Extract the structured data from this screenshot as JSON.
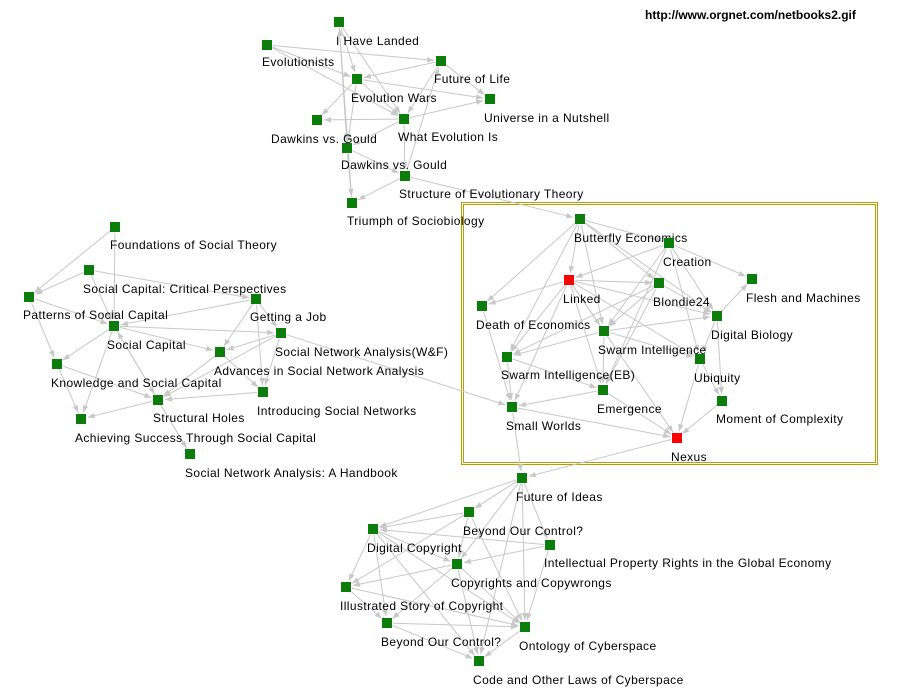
{
  "header": {
    "url": "http://www.orgnet.com/netbooks2.gif"
  },
  "colors": {
    "node": "#0a7d0a",
    "highlight": "#ff0000",
    "edge": "#c8c8c8",
    "box": "#b5a000"
  },
  "nodes": {
    "landed": {
      "label": "I Have Landed",
      "color": "green"
    },
    "evolutionists": {
      "label": "Evolutionists",
      "color": "green"
    },
    "futurelife": {
      "label": "Future of Life",
      "color": "green"
    },
    "evowars": {
      "label": "Evolution Wars",
      "color": "green"
    },
    "universe": {
      "label": "Universe in a Nutshell",
      "color": "green"
    },
    "dawkins1": {
      "label": "Dawkins vs. Gould",
      "color": "green"
    },
    "whatevo": {
      "label": "What Evolution Is",
      "color": "green"
    },
    "dawkins2": {
      "label": "Dawkins vs. Gould",
      "color": "green"
    },
    "structevo": {
      "label": "Structure of Evolutionary Theory",
      "color": "green"
    },
    "triumph": {
      "label": "Triumph of Sociobiology",
      "color": "green"
    },
    "foundations": {
      "label": "Foundations of Social Theory",
      "color": "green"
    },
    "sccritical": {
      "label": "Social Capital: Critical Perspectives",
      "color": "green"
    },
    "patterns": {
      "label": "Patterns of Social Capital",
      "color": "green"
    },
    "gettingjob": {
      "label": "Getting a Job",
      "color": "green"
    },
    "socialcap": {
      "label": "Social Capital",
      "color": "green"
    },
    "sna_wf": {
      "label": "Social Network Analysis(W&F)",
      "color": "green"
    },
    "advances": {
      "label": "Advances in Social Network Analysis",
      "color": "green"
    },
    "knowledge": {
      "label": "Knowledge and Social Capital",
      "color": "green"
    },
    "structholes": {
      "label": "Structural Holes",
      "color": "green"
    },
    "intro_sn": {
      "label": "Introducing Social Networks",
      "color": "green"
    },
    "achieving": {
      "label": "Achieving Success Through Social Capital",
      "color": "green"
    },
    "sna_hb": {
      "label": "Social Network Analysis: A Handbook",
      "color": "green"
    },
    "butterfly": {
      "label": "Butterfly Economics",
      "color": "green"
    },
    "creation": {
      "label": "Creation",
      "color": "green"
    },
    "linked": {
      "label": "Linked",
      "color": "red"
    },
    "flesh": {
      "label": "Flesh and Machines",
      "color": "green"
    },
    "blondie": {
      "label": "Blondie24",
      "color": "green"
    },
    "deathecon": {
      "label": "Death of Economics",
      "color": "green"
    },
    "digibio": {
      "label": "Digital Biology",
      "color": "green"
    },
    "swarm": {
      "label": "Swarm Intelligence",
      "color": "green"
    },
    "swarmeb": {
      "label": "Swarm Intelligence(EB)",
      "color": "green"
    },
    "ubiquity": {
      "label": "Ubiquity",
      "color": "green"
    },
    "emergence": {
      "label": "Emergence",
      "color": "green"
    },
    "moment": {
      "label": "Moment of Complexity",
      "color": "green"
    },
    "smallworlds": {
      "label": "Small Worlds",
      "color": "green"
    },
    "nexus": {
      "label": "Nexus",
      "color": "red"
    },
    "futureideas": {
      "label": "Future of Ideas",
      "color": "green"
    },
    "beyond1": {
      "label": "Beyond Our Control?",
      "color": "green"
    },
    "digicopy": {
      "label": "Digital Copyright",
      "color": "green"
    },
    "iprights": {
      "label": "Intellectual Property Rights in the Global Economy",
      "color": "green"
    },
    "copyrights": {
      "label": "Copyrights and Copywrongs",
      "color": "green"
    },
    "illustrated": {
      "label": "Illustrated Story of Copyright",
      "color": "green"
    },
    "beyond2": {
      "label": "Beyond Our Control?",
      "color": "green"
    },
    "ontology": {
      "label": "Ontology of Cyberspace",
      "color": "green"
    },
    "codelaws": {
      "label": "Code and Other Laws of Cyberspace",
      "color": "green"
    }
  },
  "edges": [
    [
      "evolutionists",
      "evowars"
    ],
    [
      "evolutionists",
      "whatevo"
    ],
    [
      "landed",
      "evowars"
    ],
    [
      "landed",
      "dawkins2"
    ],
    [
      "landed",
      "whatevo"
    ],
    [
      "futurelife",
      "evowars"
    ],
    [
      "futurelife",
      "universe"
    ],
    [
      "futurelife",
      "whatevo"
    ],
    [
      "evowars",
      "dawkins1"
    ],
    [
      "evowars",
      "whatevo"
    ],
    [
      "evowars",
      "dawkins2"
    ],
    [
      "evowars",
      "universe"
    ],
    [
      "whatevo",
      "universe"
    ],
    [
      "whatevo",
      "dawkins2"
    ],
    [
      "whatevo",
      "structevo"
    ],
    [
      "whatevo",
      "dawkins1"
    ],
    [
      "dawkins2",
      "triumph"
    ],
    [
      "dawkins2",
      "structevo"
    ],
    [
      "structevo",
      "triumph"
    ],
    [
      "triumph",
      "landed"
    ],
    [
      "evolutionists",
      "futurelife"
    ],
    [
      "structevo",
      "futurelife"
    ],
    [
      "structevo",
      "butterfly"
    ],
    [
      "foundations",
      "patterns"
    ],
    [
      "foundations",
      "socialcap"
    ],
    [
      "sccritical",
      "patterns"
    ],
    [
      "sccritical",
      "socialcap"
    ],
    [
      "sccritical",
      "gettingjob"
    ],
    [
      "patterns",
      "socialcap"
    ],
    [
      "patterns",
      "knowledge"
    ],
    [
      "gettingjob",
      "socialcap"
    ],
    [
      "gettingjob",
      "advances"
    ],
    [
      "gettingjob",
      "intro_sn"
    ],
    [
      "gettingjob",
      "sna_wf"
    ],
    [
      "socialcap",
      "knowledge"
    ],
    [
      "socialcap",
      "structholes"
    ],
    [
      "socialcap",
      "sna_wf"
    ],
    [
      "socialcap",
      "advances"
    ],
    [
      "socialcap",
      "achieving"
    ],
    [
      "sna_wf",
      "advances"
    ],
    [
      "sna_wf",
      "intro_sn"
    ],
    [
      "sna_wf",
      "structholes"
    ],
    [
      "sna_wf",
      "smallworlds"
    ],
    [
      "advances",
      "structholes"
    ],
    [
      "advances",
      "intro_sn"
    ],
    [
      "knowledge",
      "structholes"
    ],
    [
      "knowledge",
      "achieving"
    ],
    [
      "structholes",
      "achieving"
    ],
    [
      "structholes",
      "sna_hb"
    ],
    [
      "intro_sn",
      "structholes"
    ],
    [
      "sna_hb",
      "socialcap"
    ],
    [
      "butterfly",
      "creation"
    ],
    [
      "butterfly",
      "linked"
    ],
    [
      "butterfly",
      "blondie"
    ],
    [
      "butterfly",
      "swarm"
    ],
    [
      "butterfly",
      "deathecon"
    ],
    [
      "butterfly",
      "digibio"
    ],
    [
      "butterfly",
      "swarmeb"
    ],
    [
      "creation",
      "linked"
    ],
    [
      "creation",
      "flesh"
    ],
    [
      "creation",
      "digibio"
    ],
    [
      "creation",
      "swarm"
    ],
    [
      "creation",
      "ubiquity"
    ],
    [
      "linked",
      "blondie"
    ],
    [
      "linked",
      "swarm"
    ],
    [
      "linked",
      "smallworlds"
    ],
    [
      "linked",
      "emergence"
    ],
    [
      "linked",
      "deathecon"
    ],
    [
      "linked",
      "swarmeb"
    ],
    [
      "linked",
      "ubiquity"
    ],
    [
      "linked",
      "digibio"
    ],
    [
      "blondie",
      "digibio"
    ],
    [
      "blondie",
      "swarm"
    ],
    [
      "blondie",
      "emergence"
    ],
    [
      "blondie",
      "swarmeb"
    ],
    [
      "swarm",
      "swarmeb"
    ],
    [
      "swarm",
      "emergence"
    ],
    [
      "swarm",
      "ubiquity"
    ],
    [
      "swarm",
      "digibio"
    ],
    [
      "swarmeb",
      "smallworlds"
    ],
    [
      "swarmeb",
      "emergence"
    ],
    [
      "digibio",
      "ubiquity"
    ],
    [
      "digibio",
      "moment"
    ],
    [
      "digibio",
      "flesh"
    ],
    [
      "ubiquity",
      "moment"
    ],
    [
      "ubiquity",
      "nexus"
    ],
    [
      "emergence",
      "smallworlds"
    ],
    [
      "emergence",
      "nexus"
    ],
    [
      "smallworlds",
      "nexus"
    ],
    [
      "moment",
      "nexus"
    ],
    [
      "nexus",
      "futureideas"
    ],
    [
      "linked",
      "nexus"
    ],
    [
      "creation",
      "emergence"
    ],
    [
      "deathecon",
      "smallworlds"
    ],
    [
      "futureideas",
      "beyond1"
    ],
    [
      "futureideas",
      "digicopy"
    ],
    [
      "futureideas",
      "iprights"
    ],
    [
      "futureideas",
      "copyrights"
    ],
    [
      "futureideas",
      "ontology"
    ],
    [
      "futureideas",
      "codelaws"
    ],
    [
      "beyond1",
      "digicopy"
    ],
    [
      "beyond1",
      "copyrights"
    ],
    [
      "beyond1",
      "illustrated"
    ],
    [
      "beyond1",
      "ontology"
    ],
    [
      "digicopy",
      "copyrights"
    ],
    [
      "digicopy",
      "illustrated"
    ],
    [
      "digicopy",
      "beyond2"
    ],
    [
      "digicopy",
      "ontology"
    ],
    [
      "digicopy",
      "codelaws"
    ],
    [
      "iprights",
      "copyrights"
    ],
    [
      "iprights",
      "digicopy"
    ],
    [
      "iprights",
      "ontology"
    ],
    [
      "copyrights",
      "illustrated"
    ],
    [
      "copyrights",
      "beyond2"
    ],
    [
      "copyrights",
      "ontology"
    ],
    [
      "copyrights",
      "codelaws"
    ],
    [
      "illustrated",
      "beyond2"
    ],
    [
      "illustrated",
      "ontology"
    ],
    [
      "beyond2",
      "ontology"
    ],
    [
      "beyond2",
      "codelaws"
    ],
    [
      "ontology",
      "codelaws"
    ],
    [
      "smallworlds",
      "futureideas"
    ]
  ]
}
